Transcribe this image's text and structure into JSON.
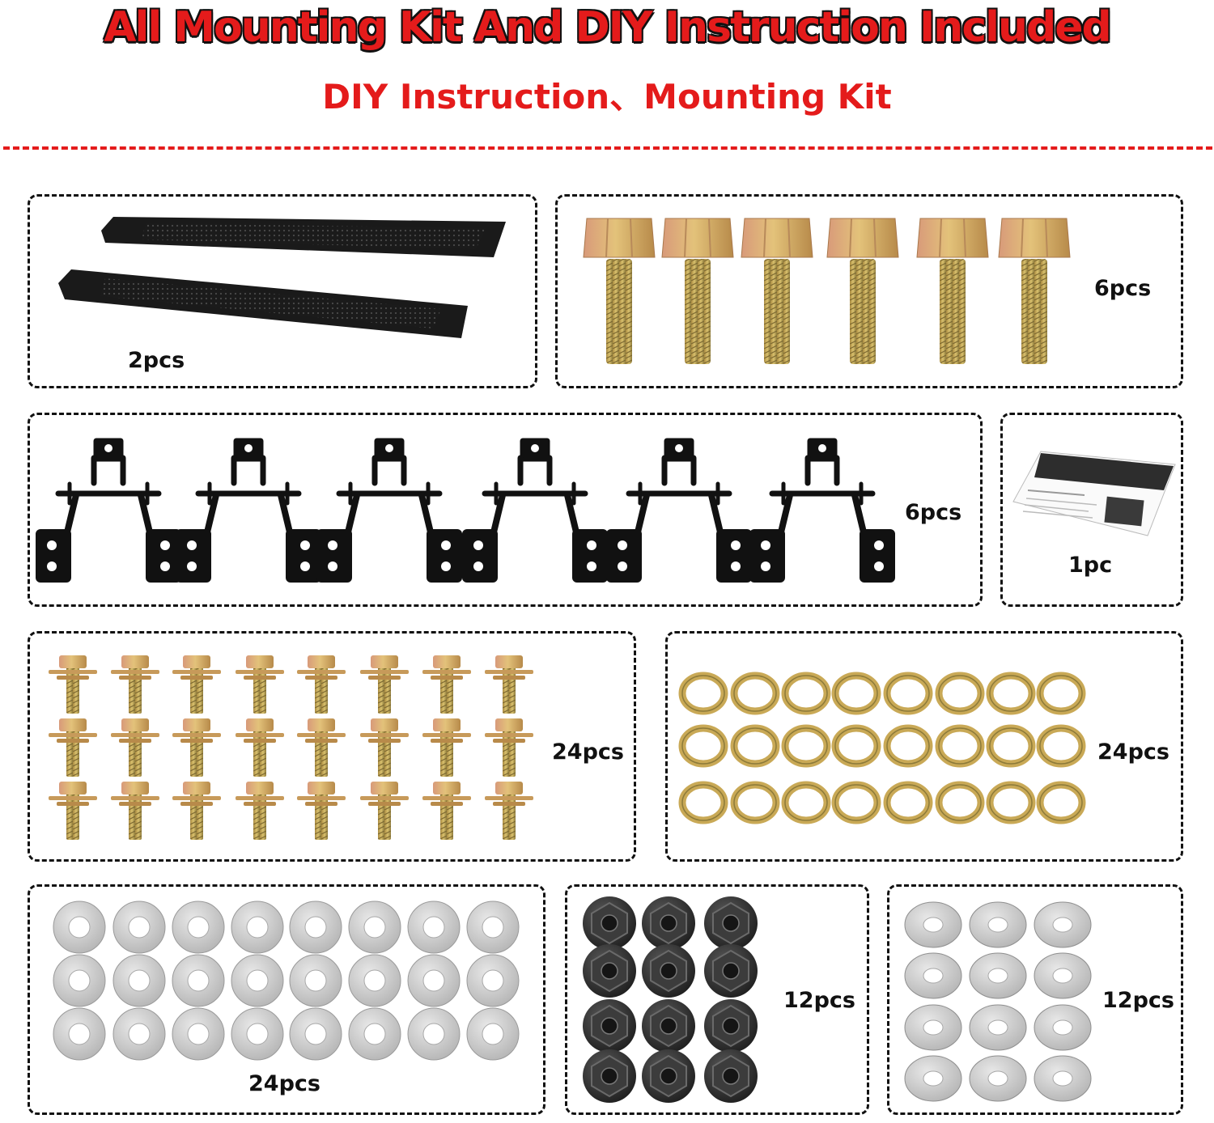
{
  "header": {
    "title": "All Mounting Kit And DIY Instruction Included",
    "subtitle": "DIY Instruction、Mounting Kit"
  },
  "parts": [
    {
      "id": "step-bars",
      "quantity": "2pcs"
    },
    {
      "id": "hex-bolts",
      "quantity": "6pcs"
    },
    {
      "id": "brackets",
      "quantity": "6pcs"
    },
    {
      "id": "instruction-sheet",
      "quantity": "1pc"
    },
    {
      "id": "washer-bolts",
      "quantity": "24pcs"
    },
    {
      "id": "lock-washers",
      "quantity": "24pcs"
    },
    {
      "id": "flat-washers",
      "quantity": "24pcs"
    },
    {
      "id": "flange-nuts",
      "quantity": "12pcs"
    },
    {
      "id": "large-washers",
      "quantity": "12pcs"
    }
  ],
  "colors": {
    "accent": "#e41b1b",
    "outline": "#111111",
    "brass": "#c9a15a",
    "steel": "#c8c8c8",
    "dark_metal": "#2b2b2b"
  }
}
